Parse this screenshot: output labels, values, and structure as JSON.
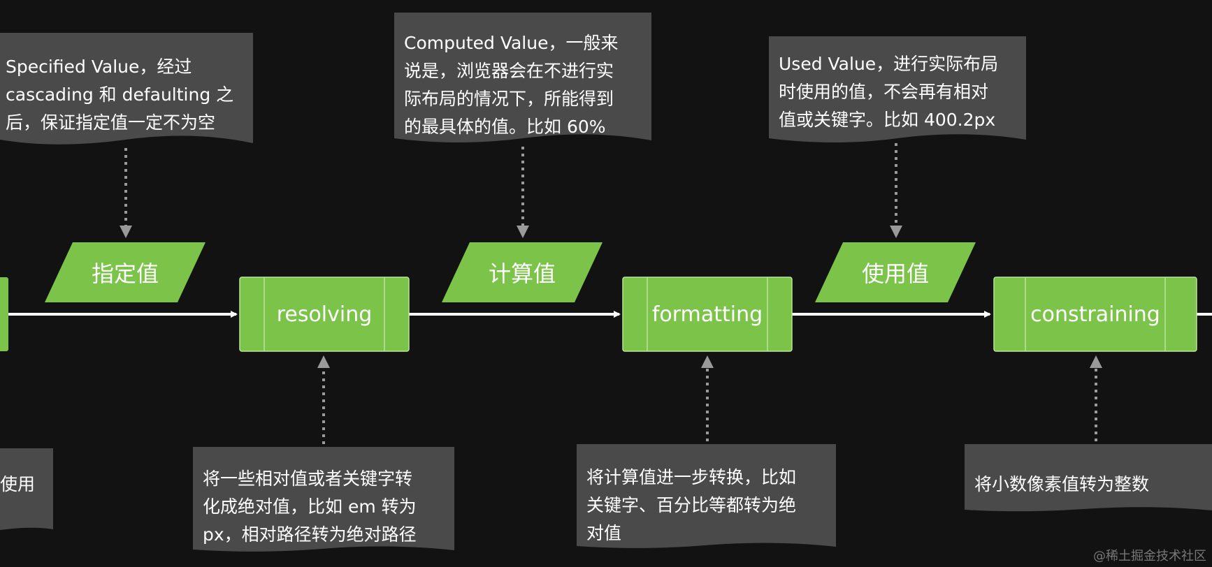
{
  "notes": {
    "specified": "Specified Value，经过\ncascading 和 defaulting 之\n后，保证指定值一定不为空",
    "computed": "Computed Value，一般来\n说是，浏览器会在不进行实\n际布局的情况下，所能得到\n的最具体的值。比如 60%",
    "used": "Used Value，进行实际布局\n时使用的值，不会再有相对\n值或关键字。比如 400.2px",
    "left_partial": "使用",
    "resolving_desc": "将一些相对值或者关键字转\n化成绝对值，比如 em 转为\npx，相对路径转为绝对路径",
    "formatting_desc": "将计算值进一步转换，比如\n关键字、百分比等都转为绝\n对值",
    "constraining_desc": "将小数像素值转为整数"
  },
  "values": {
    "specified": "指定值",
    "computed": "计算值",
    "used": "使用值"
  },
  "processes": {
    "resolving": "resolving",
    "formatting": "formatting",
    "constraining": "constraining"
  },
  "colors": {
    "green": "#7CC449",
    "note_bg": "#4A4A4A",
    "connector": "#9A9A9A",
    "line": "#FFFFFF"
  },
  "watermark": "@稀土掘金技术社区"
}
